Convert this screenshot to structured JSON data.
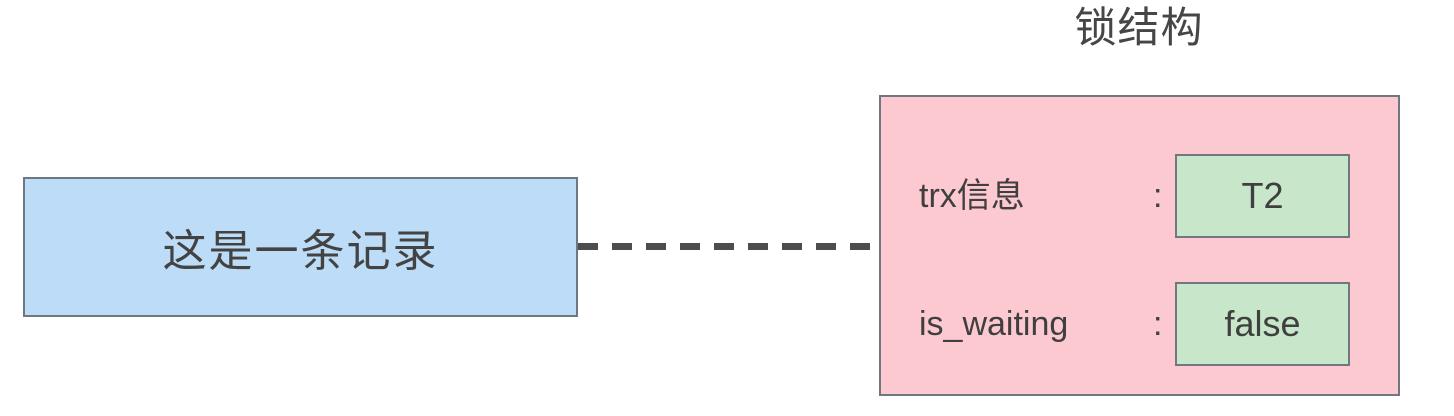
{
  "diagram": {
    "title": "锁结构",
    "record": {
      "label": "这是一条记录"
    },
    "connector": {
      "style": "dashed",
      "color": "#4d4d4d"
    },
    "lock_structure": {
      "fields": [
        {
          "name": "trx信息",
          "separator": ":",
          "value": "T2"
        },
        {
          "name": "is_waiting",
          "separator": ":",
          "value": "false"
        }
      ]
    },
    "colors": {
      "record_fill": "#bcdcf7",
      "lock_fill": "#fdc9d0",
      "value_fill": "#c8e6c9",
      "border": "#6f7781",
      "text": "#3f3f3f",
      "title_text": "#464646"
    }
  }
}
